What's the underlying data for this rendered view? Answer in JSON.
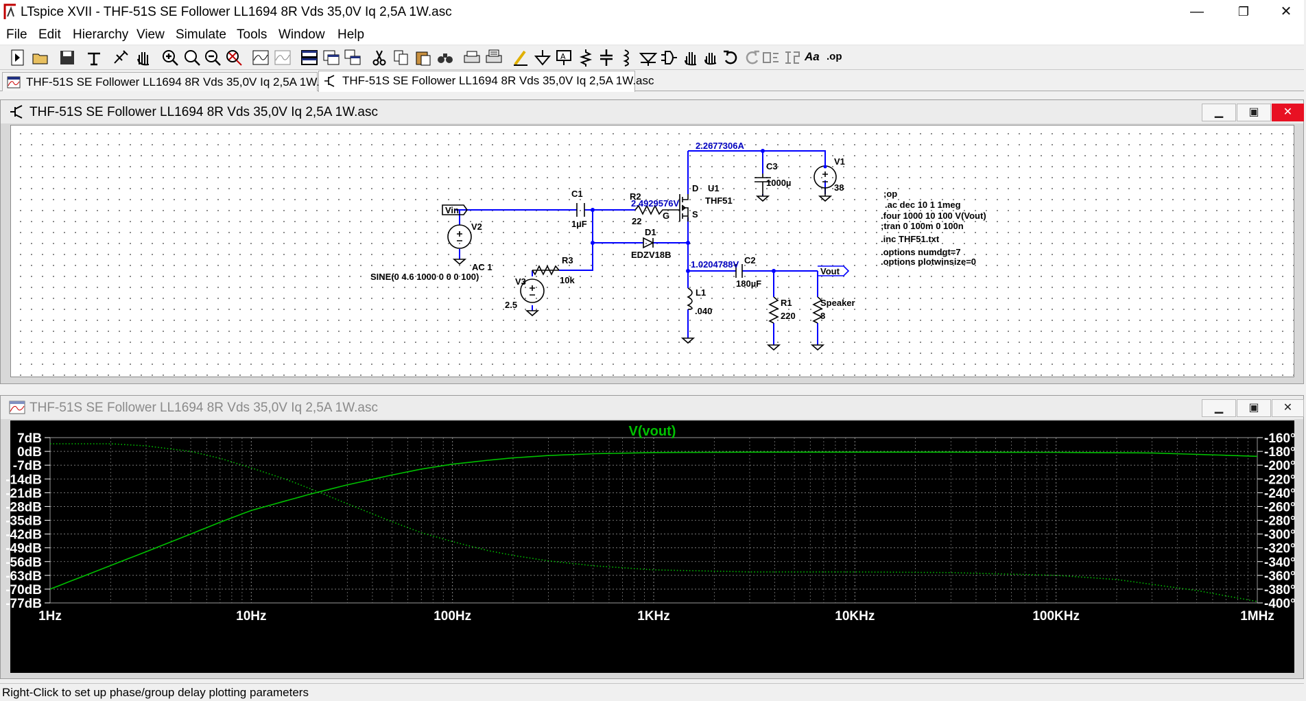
{
  "window": {
    "title": "LTspice XVII - THF-51S SE Follower LL1694 8R Vds 35,0V Iq 2,5A 1W.asc",
    "minimize": "—",
    "restore": "❐",
    "close": "✕"
  },
  "menu": [
    {
      "label": "File"
    },
    {
      "label": "Edit"
    },
    {
      "label": "Hierarchy"
    },
    {
      "label": "View"
    },
    {
      "label": "Simulate"
    },
    {
      "label": "Tools"
    },
    {
      "label": "Window"
    },
    {
      "label": "Help"
    }
  ],
  "toolbar": {
    "icons": [
      "new-schematic-icon",
      "open-icon",
      "save-icon",
      "control-panel-icon",
      "run-icon",
      "halt-icon",
      "zoom-in-icon",
      "pan-icon",
      "zoom-out-icon",
      "zoom-cancel-icon",
      "autorange-icon",
      "mark-unused-icon",
      "tile-horizontal-icon",
      "tile-vertical-icon",
      "cascade-icon",
      "cut-icon",
      "copy-icon",
      "paste-icon",
      "find-icon",
      "print-icon",
      "print-setup-icon",
      "draw-wire-icon",
      "ground-icon",
      "label-net-icon",
      "resistor-icon",
      "capacitor-icon",
      "inductor-icon",
      "diode-icon",
      "component-icon",
      "move-icon",
      "drag-icon",
      "undo-icon",
      "redo-icon",
      "rotate-icon",
      "mirror-icon",
      "text-icon",
      "spice-directive-icon"
    ],
    "op_label": ".op",
    "text_label": "Aa"
  },
  "tabs": [
    {
      "label": "THF-51S SE Follower LL1694 8R Vds 35,0V Iq 2,5A 1W.asc",
      "icon": "waveform-tab-icon"
    },
    {
      "label": "THF-51S SE Follower LL1694 8R Vds 35,0V Iq 2,5A 1W.asc",
      "icon": "schematic-tab-icon"
    }
  ],
  "schematic_window": {
    "title": "THF-51S SE Follower LL1694 8R Vds 35,0V Iq 2,5A 1W.asc",
    "labels": {
      "current_top": "2.2677306A",
      "c3": "C3",
      "c3_val": "1000µ",
      "v1": "V1",
      "v1_val": "38",
      "u1": "U1",
      "u1_model": "THF51",
      "pin_d": "D",
      "pin_g": "G",
      "pin_s": "S",
      "vin": "Vin",
      "c1": "C1",
      "c1_val": "1µF",
      "r2": "R2",
      "r2_val": "22",
      "gate_v": "2.4929576V",
      "d1": "D1",
      "d1_model": "EDZV18B",
      "r3": "R3",
      "r3_val": "10k",
      "v2": "V2",
      "v2_ac": "AC 1",
      "v2_sine": "SINE(0 4.6 1000 0 0 0 100)",
      "v3": "V3",
      "v3_val": "2.5",
      "source_v": "1.0204788V",
      "c2": "C2",
      "c2_val": "180µF",
      "vout": "Vout",
      "l1": "L1",
      "l1_val": ".040",
      "r1": "R1",
      "r1_val": "220",
      "spk": "Speaker",
      "spk_val": "8"
    },
    "directives": [
      ";op",
      ".ac dec 10 1 1meg",
      ".four 1000 10 100 V(Vout)",
      ";tran 0 100m 0 100n",
      ".inc THF51.txt",
      ".options numdgt=7",
      ".options plotwinsize=0"
    ]
  },
  "plot_window": {
    "title": "THF-51S SE Follower LL1694 8R Vds 35,0V Iq 2,5A 1W.asc"
  },
  "chart_data": {
    "type": "line",
    "title": "V(vout)",
    "xscale": "log",
    "xlim": [
      1,
      1000000
    ],
    "x_ticks": [
      "1Hz",
      "10Hz",
      "100Hz",
      "1KHz",
      "10KHz",
      "100KHz",
      "1MHz"
    ],
    "x_tick_values": [
      1,
      10,
      100,
      1000,
      10000,
      100000,
      1000000
    ],
    "ylim_left": [
      -77,
      7
    ],
    "y_left_ticks": [
      "7dB",
      "0dB",
      "-7dB",
      "-14dB",
      "-21dB",
      "-28dB",
      "-35dB",
      "-42dB",
      "-49dB",
      "-56dB",
      "-63dB",
      "-70dB",
      "-77dB"
    ],
    "y_left_values": [
      7,
      0,
      -7,
      -14,
      -21,
      -28,
      -35,
      -42,
      -49,
      -56,
      -63,
      -70,
      -77
    ],
    "ylim_right": [
      -400,
      -160
    ],
    "y_right_ticks": [
      "-160°",
      "-180°",
      "-200°",
      "-220°",
      "-240°",
      "-260°",
      "-280°",
      "-300°",
      "-320°",
      "-340°",
      "-360°",
      "-380°",
      "-400°"
    ],
    "y_right_values": [
      -160,
      -180,
      -200,
      -220,
      -240,
      -260,
      -280,
      -300,
      -320,
      -340,
      -360,
      -380,
      -400
    ],
    "grid": true,
    "color": "#00c000",
    "series": [
      {
        "axis": "left",
        "style": "solid",
        "x": [
          1,
          2,
          3,
          5,
          7,
          10,
          15,
          20,
          30,
          50,
          70,
          100,
          150,
          200,
          300,
          500,
          1000,
          3000,
          10000,
          30000,
          100000,
          300000,
          1000000
        ],
        "y": [
          -70,
          -58,
          -51,
          -42,
          -36,
          -30,
          -25,
          -21.5,
          -17,
          -12,
          -9,
          -6.5,
          -4.5,
          -3.3,
          -2.1,
          -1.2,
          -0.6,
          -0.4,
          -0.4,
          -0.4,
          -0.5,
          -0.8,
          -2.5
        ]
      },
      {
        "axis": "right",
        "style": "dotted",
        "x": [
          1,
          2,
          3,
          5,
          7,
          10,
          15,
          20,
          30,
          50,
          70,
          100,
          150,
          200,
          300,
          500,
          1000,
          3000,
          10000,
          30000,
          100000,
          200000,
          500000,
          1000000
        ],
        "y": [
          -169,
          -169,
          -172,
          -180,
          -190,
          -204,
          -221,
          -235,
          -256,
          -282,
          -298,
          -311,
          -324,
          -331,
          -339,
          -346,
          -352,
          -355,
          -355,
          -356,
          -360,
          -366,
          -382,
          -398
        ]
      }
    ]
  },
  "status": {
    "text": "Right-Click to set up phase/group delay plotting parameters"
  }
}
